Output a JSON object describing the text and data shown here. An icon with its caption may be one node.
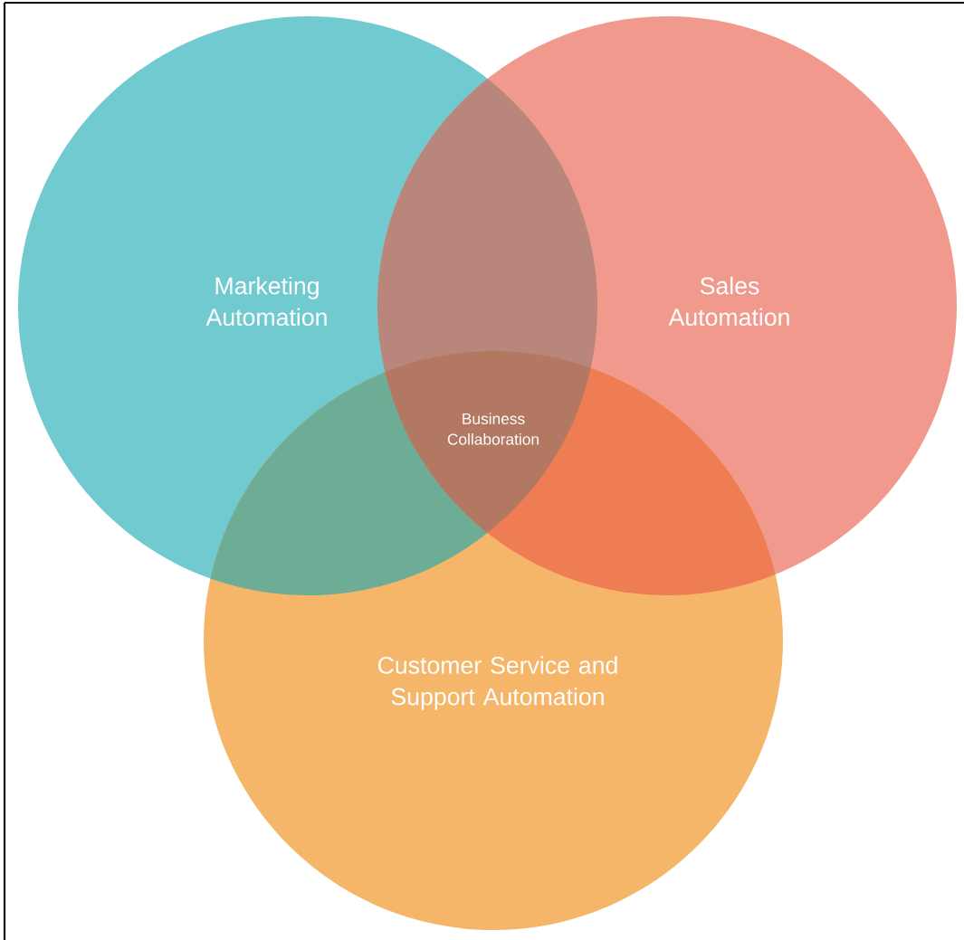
{
  "diagram": {
    "nodes": [
      {
        "text": [
          "Marketing Automation"
        ]
      },
      {
        "text": [
          "Sales Automation"
        ]
      },
      {
        "text": [
          "Customer Service and Support Automation"
        ]
      }
    ],
    "labels": [
      "Business Collaboration"
    ]
  }
}
